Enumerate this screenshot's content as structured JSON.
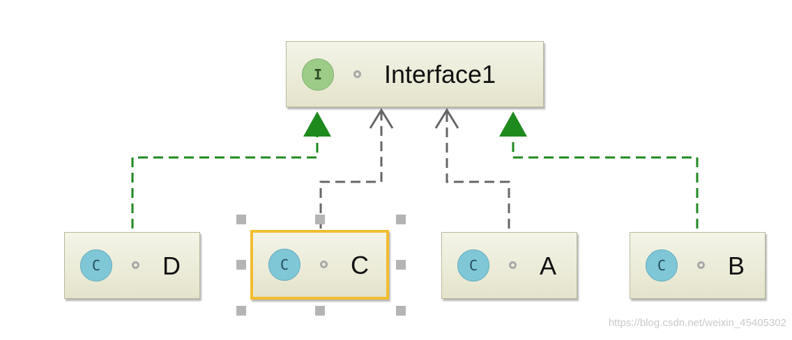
{
  "diagram": {
    "type": "uml-class-diagram",
    "nodes": [
      {
        "id": "interface1",
        "kind": "interface",
        "badge": "I",
        "label": "Interface1"
      },
      {
        "id": "d",
        "kind": "class",
        "badge": "C",
        "label": "D"
      },
      {
        "id": "c",
        "kind": "class",
        "badge": "C",
        "label": "C",
        "selected": true
      },
      {
        "id": "a",
        "kind": "class",
        "badge": "C",
        "label": "A"
      },
      {
        "id": "b",
        "kind": "class",
        "badge": "C",
        "label": "B"
      }
    ],
    "edges": [
      {
        "from": "d",
        "to": "interface1",
        "style": "dashed",
        "arrow": "filled-triangle",
        "color": "#1e8a1e"
      },
      {
        "from": "c",
        "to": "interface1",
        "style": "dashed",
        "arrow": "open",
        "color": "#666666"
      },
      {
        "from": "a",
        "to": "interface1",
        "style": "dashed",
        "arrow": "open",
        "color": "#666666"
      },
      {
        "from": "b",
        "to": "interface1",
        "style": "dashed",
        "arrow": "filled-triangle",
        "color": "#1e8a1e"
      }
    ]
  },
  "colors": {
    "implements_edge": "#1e8a1e",
    "dependency_edge": "#666666",
    "selection_border": "#f2bd2e",
    "interface_badge": "#9ccc88",
    "class_badge": "#7fc7d6"
  },
  "watermark": "https://blog.csdn.net/weixin_45405302"
}
